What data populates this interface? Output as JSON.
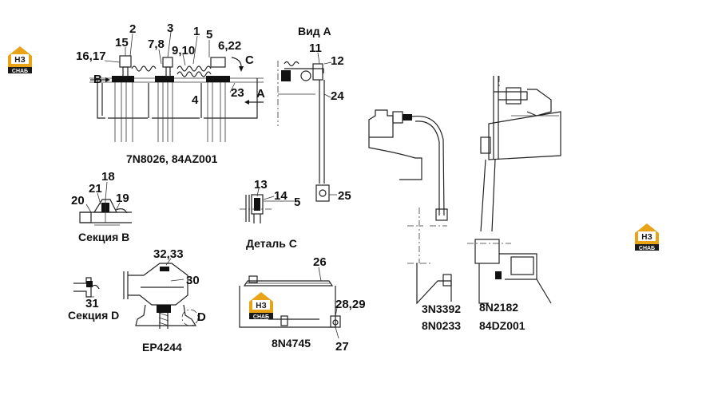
{
  "callouts": {
    "c16_17": "16,17",
    "c15": "15",
    "c2": "2",
    "c3": "3",
    "c7_8": "7,8",
    "c9_10": "9,10",
    "c1": "1",
    "c5": "5",
    "c6_22": "6,22",
    "cC": "C",
    "cB": "B",
    "c23": "23",
    "cA": "A",
    "c4": "4",
    "c11": "11",
    "c12": "12",
    "c24": "24",
    "c25": "25",
    "c18": "18",
    "c21": "21",
    "c20": "20",
    "c19": "19",
    "c13": "13",
    "c14": "14",
    "c5b": "5",
    "c32_33": "32,33",
    "c30": "30",
    "c31": "31",
    "cD": "D",
    "c26": "26",
    "c28_29": "28,29",
    "c27": "27"
  },
  "captions": {
    "view_a": "Вид А",
    "main_parts": "7N8026, 84AZ001",
    "section_b": "Секция В",
    "detail_c": "Деталь C",
    "section_d": "Секция D",
    "ep": "EP4244",
    "tank": "8N4745",
    "right_mid_1": "3N3392",
    "right_mid_2": "8N0233",
    "right_1": "8N2182",
    "right_2": "84DZ001"
  },
  "logo": {
    "line1": "НЗ",
    "line2": "СНАБ",
    "color": "#e8a317",
    "dark": "#1a1a1a"
  }
}
